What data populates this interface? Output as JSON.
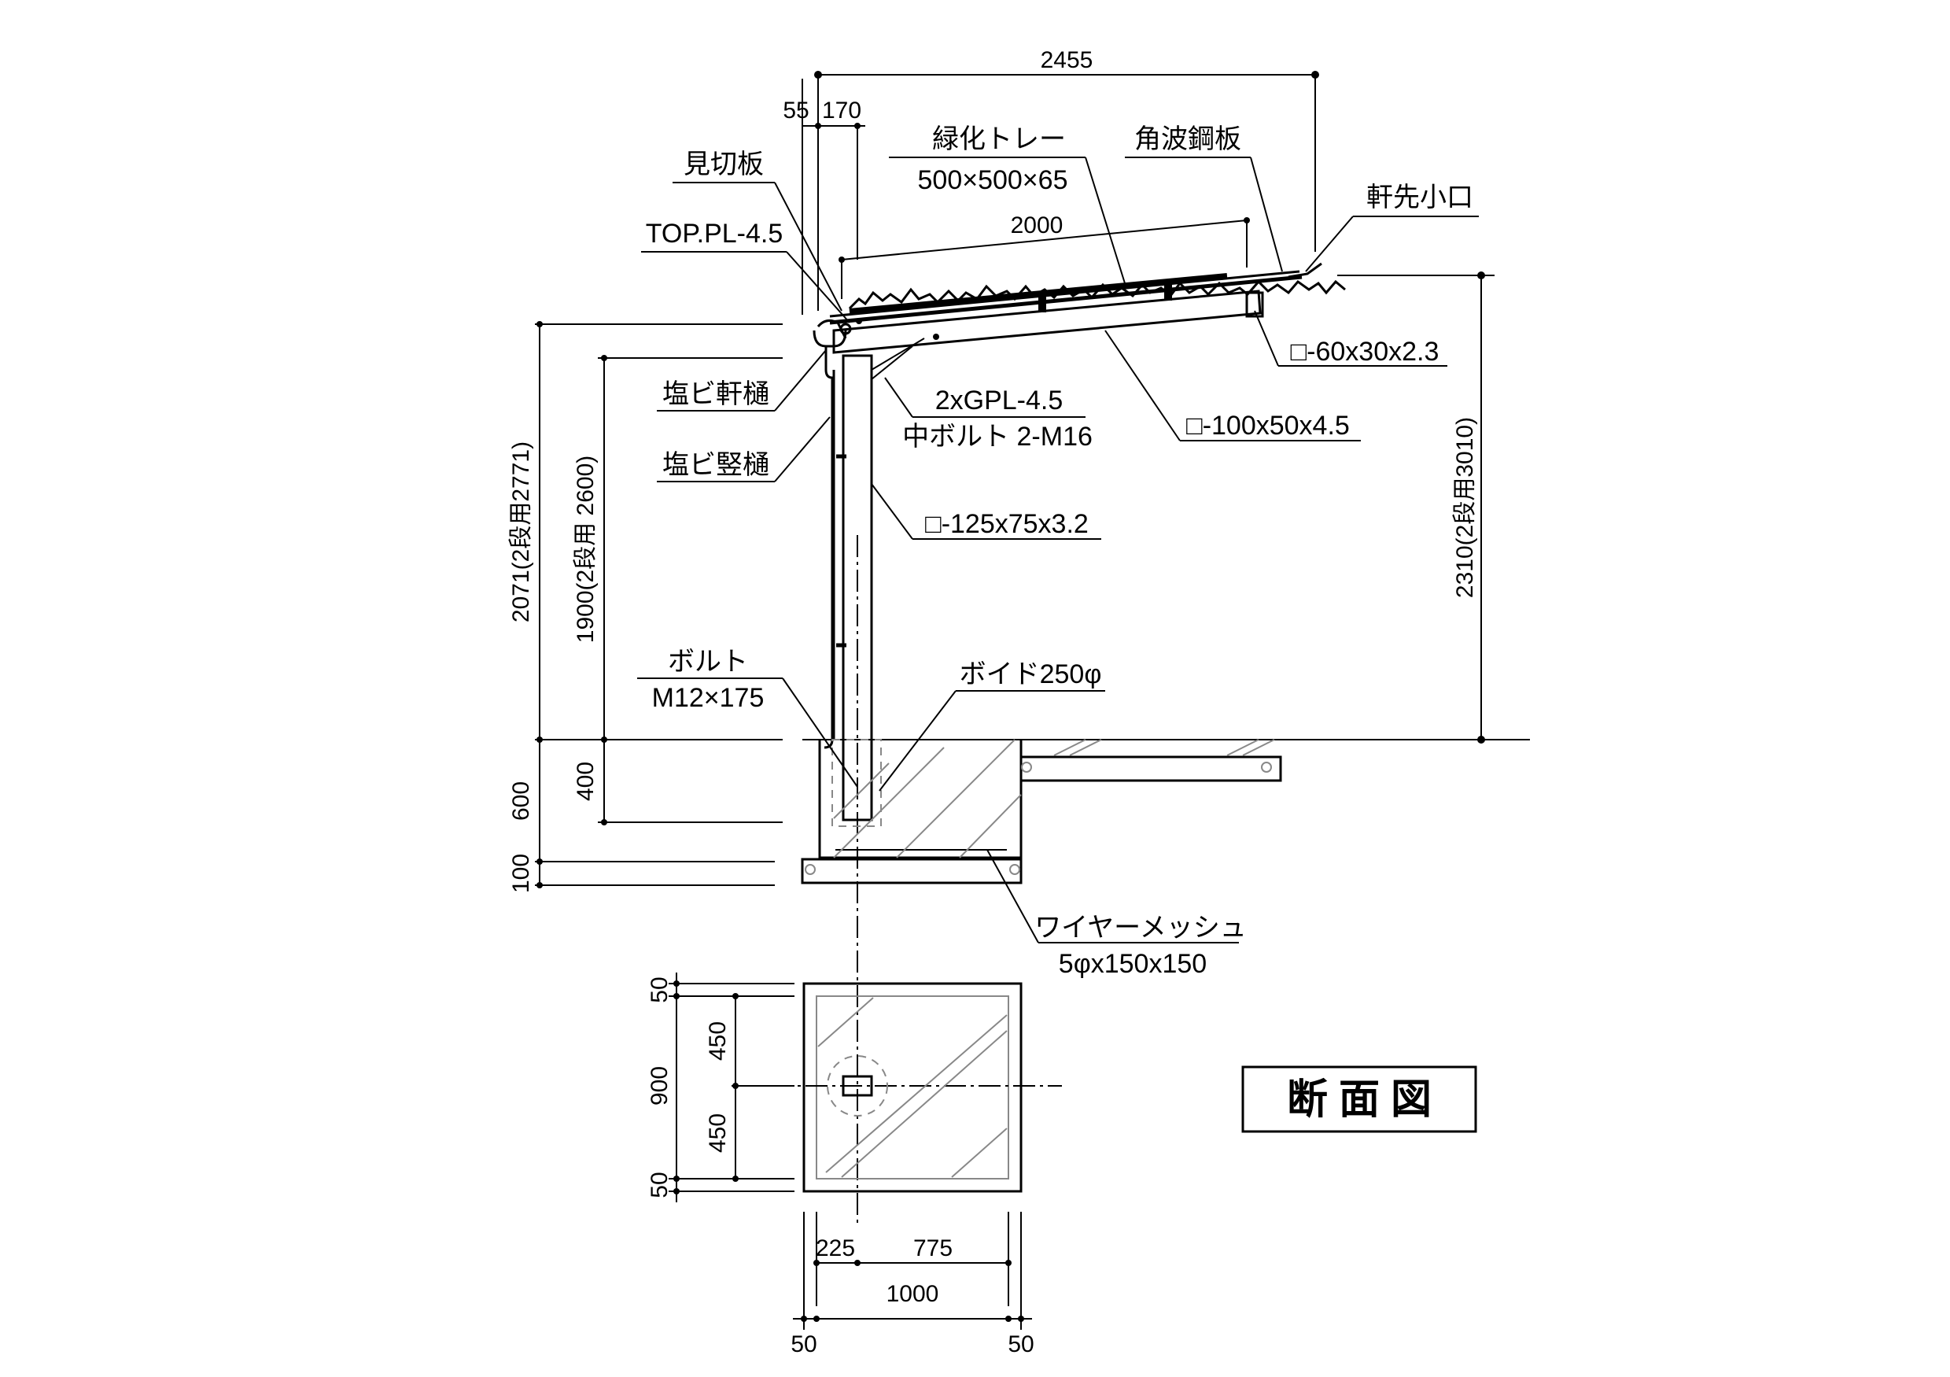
{
  "title": "断面図",
  "labels": {
    "ryokka_tray": "緑化トレー",
    "ryokka_tray_size": "500×500×65",
    "kakunami_kouhan": "角波鋼板",
    "mikiri_ita": "見切板",
    "nokisaki_koguchi": "軒先小口",
    "top_pl": "TOP.PL-4.5",
    "pipe_60": "□-60x30x2.3",
    "enbi_nokidoi": "塩ビ軒樋",
    "gpl": "2xGPL-4.5",
    "naka_bolt": "中ボルト 2-M16",
    "pipe_100": "□-100x50x4.5",
    "enbi_tatedoi": "塩ビ竪樋",
    "pipe_125": "□-125x75x3.2",
    "bolt": "ボルト",
    "bolt_size": "M12×175",
    "void": "ボイド250φ",
    "wire_mesh": "ワイヤーメッシュ",
    "wire_mesh_size": "5φx150x150"
  },
  "dimensions": {
    "d2455": "2455",
    "d55": "55",
    "d170": "170",
    "d2000": "2000",
    "d2071": "2071(2段用2771)",
    "d1900": "1900(2段用 2600)",
    "d2310": "2310(2段用3010)",
    "d400": "400",
    "d600": "600",
    "d100": "100",
    "p50_top": "50",
    "p450_top": "450",
    "p900": "900",
    "p450_bot": "450",
    "p50_bot": "50",
    "p225": "225",
    "p775": "775",
    "p1000": "1000",
    "p50_left": "50",
    "p50_right": "50"
  }
}
